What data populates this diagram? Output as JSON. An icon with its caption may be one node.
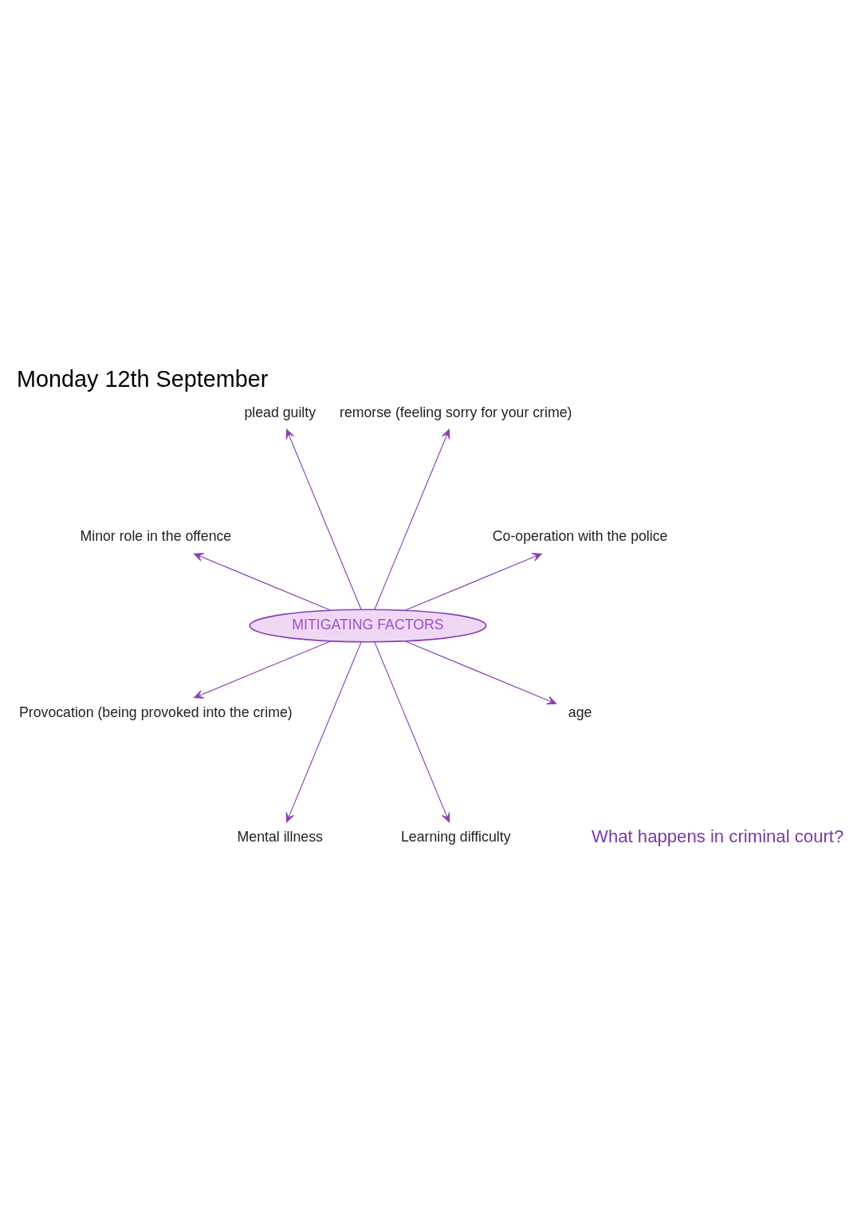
{
  "diagram": {
    "title": "Monday 12th September",
    "nodes": [
      {
        "text": [
          "MITIGATING FACTORS"
        ]
      },
      {
        "text": [
          "Co-operation with the police"
        ]
      },
      {
        "text": [
          "remorse (feeling sorry for your crime)"
        ]
      },
      {
        "text": [
          "plead guilty"
        ]
      },
      {
        "text": [
          "Minor role in the offence"
        ]
      },
      {
        "text": [
          "Provocation (being provoked into the crime)"
        ]
      },
      {
        "text": [
          "Mental illness"
        ]
      },
      {
        "text": [
          "Learning difficulty"
        ]
      },
      {
        "text": [
          "age"
        ]
      }
    ],
    "edges": [
      {
        "from": 0,
        "to": 1,
        "arrow": "to"
      },
      {
        "from": 0,
        "to": 2,
        "arrow": "to"
      },
      {
        "from": 0,
        "to": 3,
        "arrow": "to"
      },
      {
        "from": 0,
        "to": 4,
        "arrow": "to"
      },
      {
        "from": 0,
        "to": 5,
        "arrow": "to"
      },
      {
        "from": 0,
        "to": 6,
        "arrow": "to"
      },
      {
        "from": 0,
        "to": 7,
        "arrow": "to"
      },
      {
        "from": 0,
        "to": 8,
        "arrow": "to"
      }
    ],
    "labels": [
      "What happens in criminal court?"
    ]
  }
}
